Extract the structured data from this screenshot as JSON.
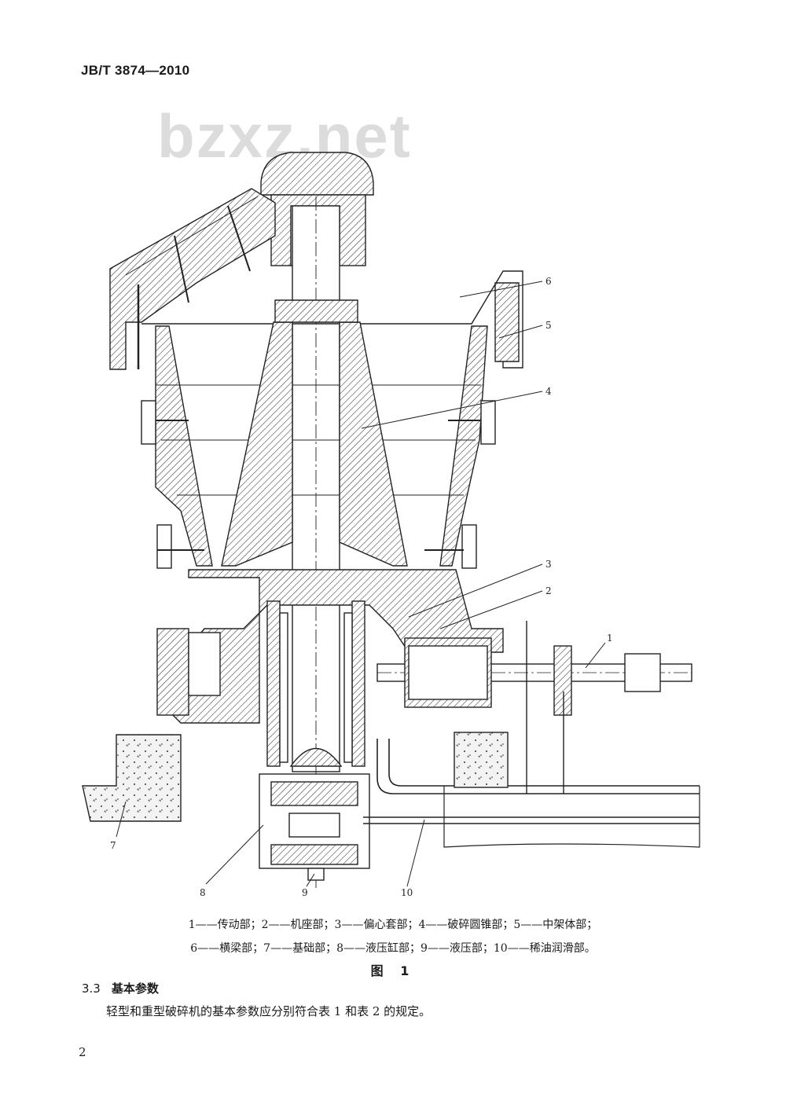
{
  "header": {
    "standard_number": "JB/T 3874—2010"
  },
  "watermark": {
    "text": "bzxz.net"
  },
  "figure": {
    "callouts": [
      "1",
      "2",
      "3",
      "4",
      "5",
      "6",
      "7",
      "8",
      "9",
      "10"
    ],
    "legend_line1": "1——传动部；2——机座部；3——偏心套部；4——破碎圆锥部；5——中架体部；",
    "legend_line2": "6——横梁部；7——基础部；8——液压缸部；9——液压部；10——稀油润滑部。",
    "caption": "图 1"
  },
  "section": {
    "number": "3.3",
    "title": "基本参数",
    "body": "轻型和重型破碎机的基本参数应分别符合表 1 和表 2 的规定。"
  },
  "footer": {
    "page_number": "2"
  }
}
